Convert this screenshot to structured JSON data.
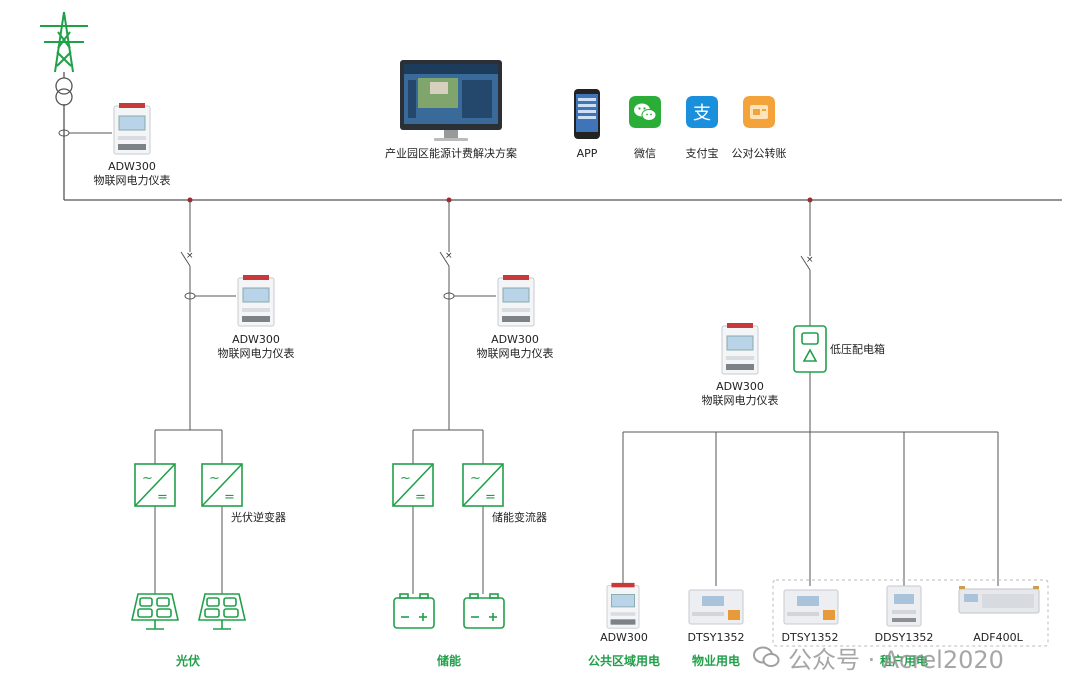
{
  "top_meter": {
    "model": "ADW300",
    "desc": "物联网电力仪表"
  },
  "platform": {
    "label": "产业园区能源计费解决方案"
  },
  "apps": [
    {
      "label": "APP",
      "icon": "smartphone-icon"
    },
    {
      "label": "微信",
      "icon": "wechat-icon"
    },
    {
      "label": "支付宝",
      "icon": "alipay-icon"
    },
    {
      "label": "公对公转账",
      "icon": "bank-transfer-icon"
    }
  ],
  "pv_branch": {
    "meter_model": "ADW300",
    "meter_desc": "物联网电力仪表",
    "inverter_label": "光伏逆变器",
    "bottom_label": "光伏"
  },
  "storage_branch": {
    "meter_model": "ADW300",
    "meter_desc": "物联网电力仪表",
    "converter_label": "储能变流器",
    "bottom_label": "储能"
  },
  "load_branch": {
    "meter_model": "ADW300",
    "meter_desc": "物联网电力仪表",
    "box_label": "低压配电箱",
    "loads": [
      {
        "model": "ADW300",
        "category": "公共区域用电"
      },
      {
        "model": "DTSY1352",
        "category": "物业用电"
      },
      {
        "model": "DTSY1352",
        "category": ""
      },
      {
        "model": "DDSY1352",
        "category": "租户用电"
      },
      {
        "model": "ADF400L",
        "category": ""
      }
    ]
  },
  "watermark": {
    "text": "公众号 · Acrel2020"
  },
  "colors": {
    "line": "#555555",
    "green": "#21a04a",
    "node": "#a0282a",
    "dashed": "#bbbbbb"
  }
}
